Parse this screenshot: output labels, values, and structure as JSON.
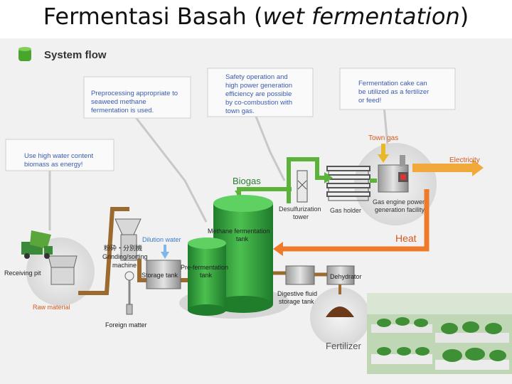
{
  "slide": {
    "title_main": "Fermentasi Basah (",
    "title_italic": "wet fermentation",
    "title_close": ")"
  },
  "diagram": {
    "header": "System flow",
    "callouts": {
      "high_water": [
        "Use high water content",
        "biomass as energy!"
      ],
      "preprocessing": [
        "Preprocessing appropriate to",
        "seaweed methane",
        "fermentation  is used."
      ],
      "safety": [
        "Safety operation and",
        "high power generation",
        "efficiency are possible",
        "by co-combustion with",
        "town gas."
      ],
      "cake": [
        "Fermentation cake can",
        "be utilized as a fertilizer",
        "or feed!"
      ]
    },
    "labels": {
      "town_gas": "Town gas",
      "electricity": "Electricity",
      "biogas": "Biogas",
      "desulfurization": [
        "Desulfurization",
        "tower"
      ],
      "gas_holder": "Gas holder",
      "gas_engine": [
        "Gas engine power",
        "generation facility"
      ],
      "heat": "Heat",
      "methane_tank": [
        "Methane fermentation",
        "tank"
      ],
      "dilution_water": "Dilution water",
      "grinding": [
        "粉砕・分別機",
        "Grinding/sorting",
        "machine"
      ],
      "storage_tank": "Storage tank",
      "pre_fermentation": [
        "Pre-fermentation",
        "tank"
      ],
      "dehydrator": "Dehydrator",
      "digestive": [
        "Digestive fluid",
        "storage tank"
      ],
      "receiving_pit": "Receiving pit",
      "raw_material": "Raw material",
      "foreign_matter": "Foreign matter",
      "fertilizer": "Fertilizer"
    },
    "colors": {
      "green_arrow": "#5bb33a",
      "orange_arrow": "#ee7a2a",
      "brown_pipe": "#9b6a2f",
      "tank_green": "#2e9a3a",
      "accent_text": "#d45a1e",
      "callout_text": "#3a5bb0"
    }
  }
}
